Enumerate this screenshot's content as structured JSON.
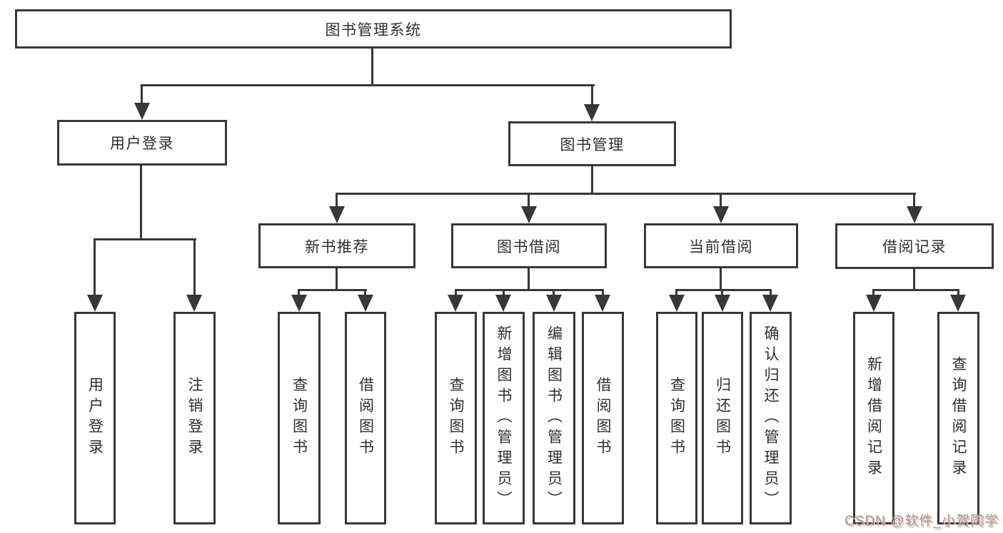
{
  "diagram_type": "tree",
  "colors": {
    "line": "#373737",
    "box_border": "#373737",
    "text": "#2e2e2e",
    "background": "#ffffff",
    "watermark_text": "#9b9b9b",
    "watermark_shadow": "#f2b3ad"
  },
  "tree": {
    "label": "图书管理系统",
    "children": [
      {
        "label": "用户登录",
        "children": [
          {
            "label": "用户登录"
          },
          {
            "label": "注销登录"
          }
        ]
      },
      {
        "label": "图书管理",
        "children": [
          {
            "label": "新书推荐",
            "children": [
              {
                "label": "查询图书"
              },
              {
                "label": "借阅图书"
              }
            ]
          },
          {
            "label": "图书借阅",
            "children": [
              {
                "label": "查询图书"
              },
              {
                "label": "新增图书（管理员）"
              },
              {
                "label": "编辑图书（管理员）"
              },
              {
                "label": "借阅图书"
              }
            ]
          },
          {
            "label": "当前借阅",
            "children": [
              {
                "label": "查询图书"
              },
              {
                "label": "归还图书"
              },
              {
                "label": "确认归还（管理员）"
              }
            ]
          },
          {
            "label": "借阅记录",
            "children": [
              {
                "label": "新增借阅记录"
              },
              {
                "label": "查询借阅记录"
              }
            ]
          }
        ]
      }
    ]
  },
  "watermark": {
    "text": "CSDN @软件_小贺同学"
  }
}
